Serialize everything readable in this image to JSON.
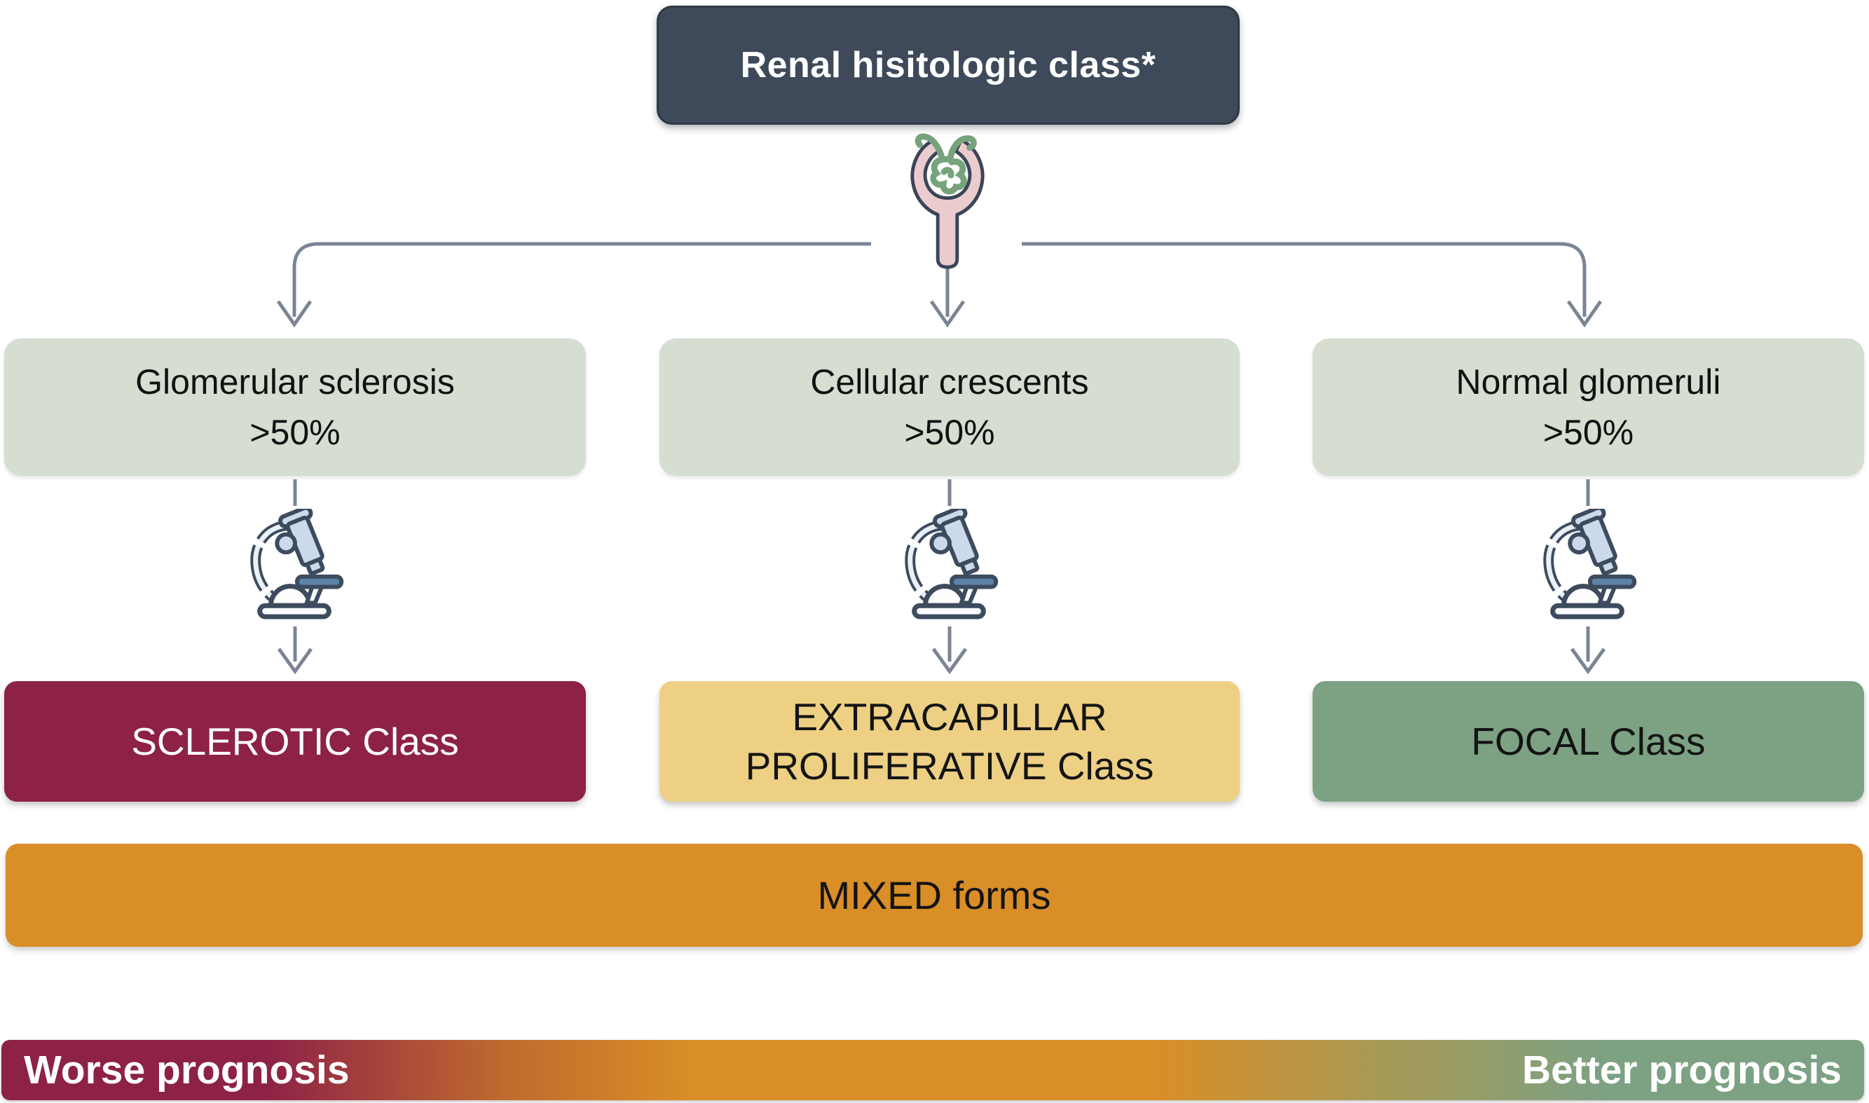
{
  "figure": {
    "title": "Renal hisitologic class*",
    "title_bg": "#3E4A59",
    "title_text_color": "#FFFFFF",
    "connector_color": "#7B8494",
    "condition_bg": "#D6DDD1",
    "condition_text_color": "#111111",
    "root_icon": "glomerulus-icon",
    "column_icon": "microscope-icon",
    "branches": [
      {
        "condition": [
          "Glomerular sclerosis",
          ">50%"
        ],
        "result": [
          "SCLEROTIC Class"
        ],
        "result_bg": "#8D2147",
        "result_text_color": "#FFFFFF"
      },
      {
        "condition": [
          "Cellular crescents",
          ">50%"
        ],
        "result": [
          "EXTRACAPILLAR",
          "PROLIFERATIVE Class"
        ],
        "result_bg": "#EDD083",
        "result_text_color": "#141414"
      },
      {
        "condition": [
          "Normal glomeruli",
          ">50%"
        ],
        "result": [
          "FOCAL Class"
        ],
        "result_bg": "#7CA183",
        "result_text_color": "#141414"
      }
    ],
    "mixed_bar": {
      "label": "MIXED forms",
      "bg": "#D98E27",
      "text_color": "#141414"
    },
    "prognosis_scale": {
      "worse_label": "Worse prognosis",
      "better_label": "Better prognosis",
      "text_color": "#FFFFFF",
      "gradient": [
        "#8D2147",
        "#D98E27",
        "#7CA183"
      ]
    }
  }
}
